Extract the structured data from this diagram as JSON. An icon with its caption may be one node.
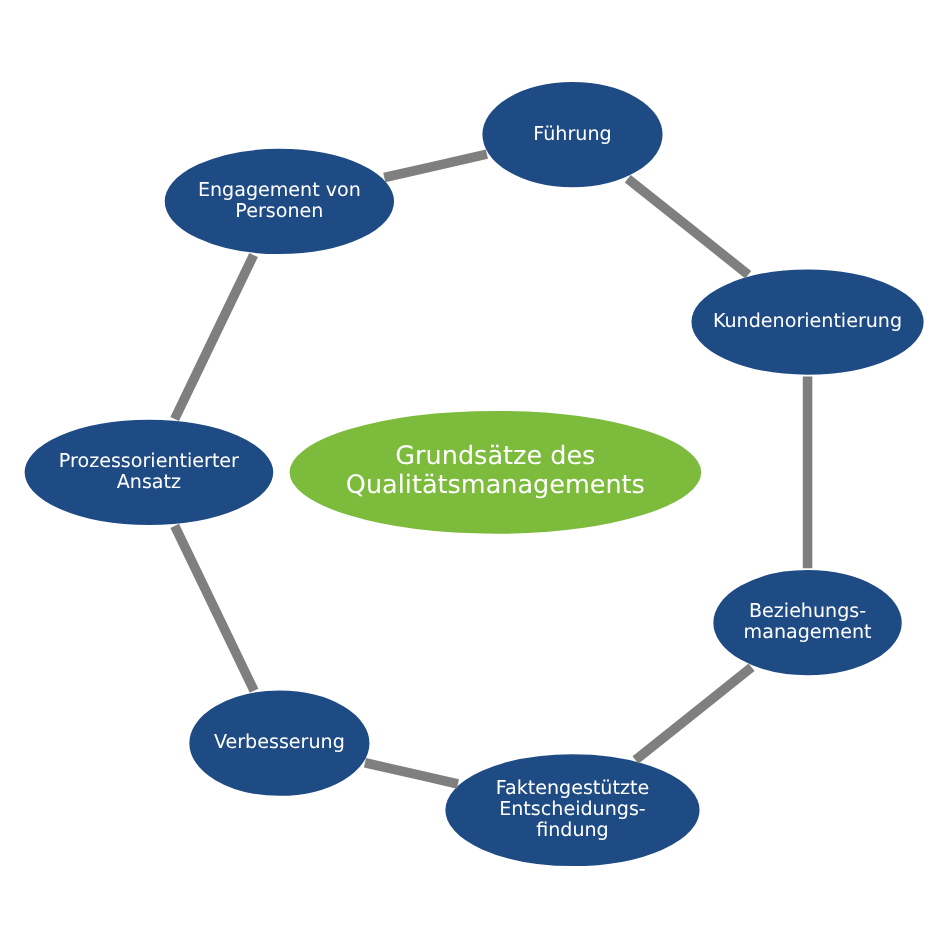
{
  "diagram": {
    "nodes": [
      {
        "text": [
          "Grundsätze des Qualitätsmanagements"
        ]
      },
      {
        "text": [
          "Kundenorientierung"
        ]
      },
      {
        "text": [
          "Führung"
        ]
      },
      {
        "text": [
          "Engagement von Personen"
        ]
      },
      {
        "text": [
          "Prozessorientierter Ansatz"
        ]
      },
      {
        "text": [
          "Verbesserung"
        ]
      },
      {
        "text": [
          "Faktengestützte Entscheidungs- findung"
        ]
      },
      {
        "text": [
          "Beziehungs- management"
        ]
      }
    ],
    "edges": [
      {
        "from": 1,
        "to": 2,
        "arrow": "none"
      },
      {
        "from": 2,
        "to": 3,
        "arrow": "none"
      },
      {
        "from": 3,
        "to": 4,
        "arrow": "none"
      },
      {
        "from": 4,
        "to": 5,
        "arrow": "none"
      },
      {
        "from": 5,
        "to": 6,
        "arrow": "none"
      },
      {
        "from": 6,
        "to": 7,
        "arrow": "none"
      },
      {
        "from": 7,
        "to": 1,
        "arrow": "none"
      }
    ]
  }
}
